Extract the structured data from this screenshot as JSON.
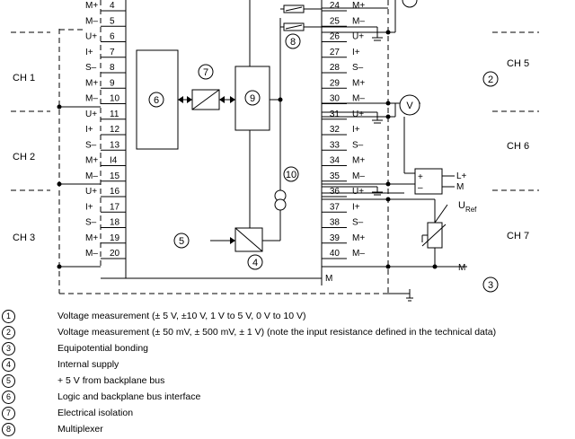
{
  "channels": [
    "CH 1",
    "CH 2",
    "CH 3",
    "CH 5",
    "CH 6",
    "CH 7"
  ],
  "left_pins": [
    {
      "sig": "M+",
      "num": "4"
    },
    {
      "sig": "M–",
      "num": "5"
    },
    {
      "sig": "U+",
      "num": "6"
    },
    {
      "sig": "I+",
      "num": "7"
    },
    {
      "sig": "S–",
      "num": "8"
    },
    {
      "sig": "M+",
      "num": "9"
    },
    {
      "sig": "M–",
      "num": "10"
    },
    {
      "sig": "U+",
      "num": "11"
    },
    {
      "sig": "I+",
      "num": "12"
    },
    {
      "sig": "S–",
      "num": "13"
    },
    {
      "sig": "M+",
      "num": "I4"
    },
    {
      "sig": "M–",
      "num": "15"
    },
    {
      "sig": "U+",
      "num": "16"
    },
    {
      "sig": "I+",
      "num": "17"
    },
    {
      "sig": "S–",
      "num": "18"
    },
    {
      "sig": "M+",
      "num": "19"
    },
    {
      "sig": "M–",
      "num": "20"
    }
  ],
  "right_pins": [
    {
      "num": "24",
      "sig": "M+"
    },
    {
      "num": "25",
      "sig": "M–"
    },
    {
      "num": "26",
      "sig": "U+"
    },
    {
      "num": "27",
      "sig": "I+"
    },
    {
      "num": "28",
      "sig": "S–"
    },
    {
      "num": "29",
      "sig": "M+"
    },
    {
      "num": "30",
      "sig": "M–"
    },
    {
      "num": "31",
      "sig": "U+"
    },
    {
      "num": "32",
      "sig": "I+"
    },
    {
      "num": "33",
      "sig": "S–"
    },
    {
      "num": "34",
      "sig": "M+"
    },
    {
      "num": "35",
      "sig": "M–"
    },
    {
      "num": "36",
      "sig": "U+"
    },
    {
      "num": "37",
      "sig": "I+"
    },
    {
      "num": "38",
      "sig": "S–"
    },
    {
      "num": "39",
      "sig": "M+"
    },
    {
      "num": "40",
      "sig": "M–"
    }
  ],
  "right_bottom_label": "M",
  "diagram_markers": {
    "m2": "2",
    "m3": "3",
    "m4": "4",
    "m5": "5",
    "m6": "6",
    "m7": "7",
    "m8": "8",
    "m9": "9",
    "m10": "10"
  },
  "meter_label": "V",
  "transducer": {
    "lplus": "L+",
    "m": "M"
  },
  "uref": {
    "main": "U",
    "sub": "Ref"
  },
  "ground_m": "M",
  "legend": [
    {
      "num": "1",
      "text": "Voltage measurement (± 5 V, ±10 V, 1 V to 5 V, 0 V to 10 V)"
    },
    {
      "num": "2",
      "text": "Voltage measurement (± 50 mV, ± 500 mV, ± 1 V) (note the input resistance defined in the technical data)"
    },
    {
      "num": "3",
      "text": "Equipotential bonding"
    },
    {
      "num": "4",
      "text": "Internal supply"
    },
    {
      "num": "5",
      "text": "+ 5 V from backplane bus"
    },
    {
      "num": "6",
      "text": "Logic and backplane bus interface"
    },
    {
      "num": "7",
      "text": "Electrical isolation"
    },
    {
      "num": "8",
      "text": "Multiplexer"
    }
  ]
}
